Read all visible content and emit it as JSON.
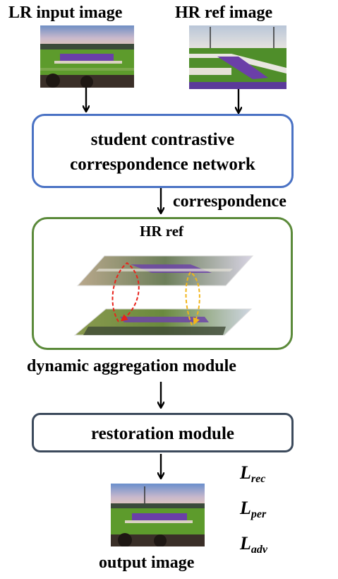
{
  "top": {
    "lr_label": "LR input image",
    "hr_label": "HR ref image"
  },
  "student": {
    "line1": "student contrastive",
    "line2": "correspondence network"
  },
  "correspondence_label": "correspondence",
  "dynamic": {
    "inner_label": "HR ref",
    "caption": "dynamic aggregation module"
  },
  "restoration_label": "restoration module",
  "output_label": "output image",
  "losses": [
    {
      "main": "L",
      "sub": "rec"
    },
    {
      "main": "L",
      "sub": "per"
    },
    {
      "main": "L",
      "sub": "adv"
    }
  ],
  "colors": {
    "student_border": "#4a72c4",
    "dynamic_border": "#5b8a3a",
    "restoration_border": "#3c4a5c",
    "arrow_red": "#e8231c",
    "arrow_orange": "#f2b51a"
  }
}
